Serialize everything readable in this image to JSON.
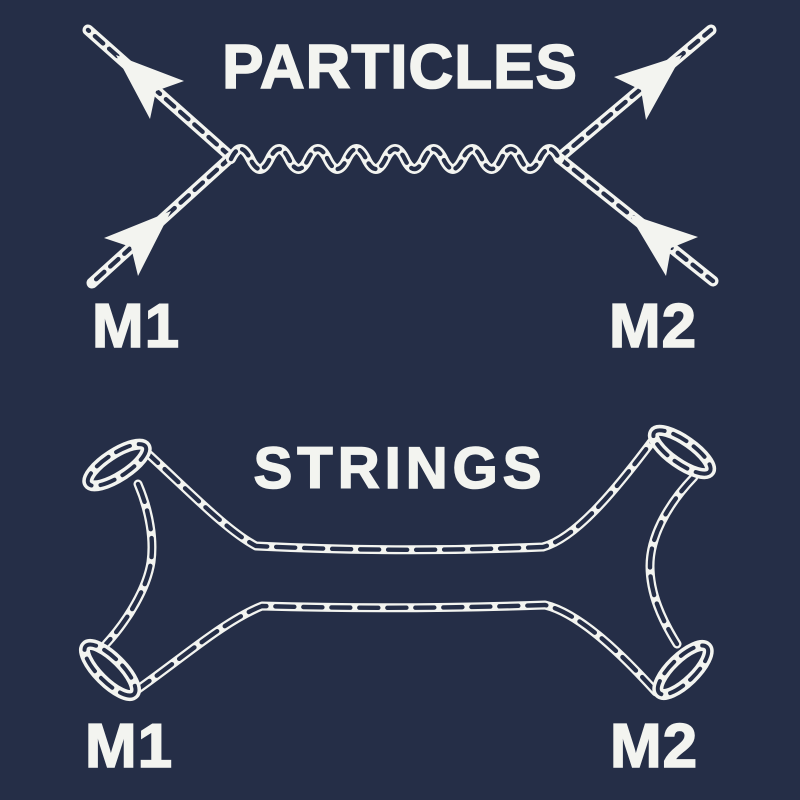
{
  "colors": {
    "background": "#252e47",
    "ink": "#f3f4f0"
  },
  "sections": {
    "particles": {
      "title": "PARTICLES",
      "left_label": "M1",
      "right_label": "M2"
    },
    "strings": {
      "title": "STRINGS",
      "left_label": "M1",
      "right_label": "M2"
    }
  }
}
